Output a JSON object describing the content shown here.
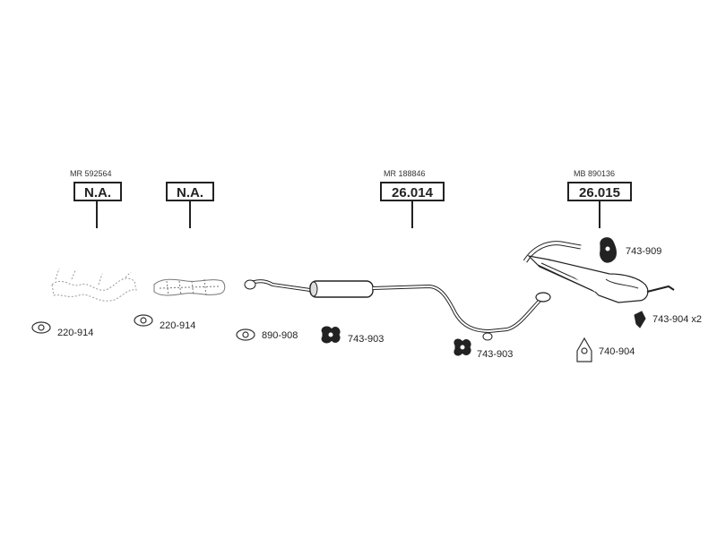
{
  "assemblies": [
    {
      "ref": "MR 592564",
      "code": "N.A."
    },
    {
      "ref": "",
      "code": "N.A."
    },
    {
      "ref": "MR 188846",
      "code": "26.014"
    },
    {
      "ref": "MB 890136",
      "code": "26.015"
    }
  ],
  "parts": [
    {
      "number": "220-914"
    },
    {
      "number": "220-914"
    },
    {
      "number": "890-908"
    },
    {
      "number": "743-903"
    },
    {
      "number": "743-903"
    },
    {
      "number": "743-909"
    },
    {
      "number": "743-904 x2"
    },
    {
      "number": "740-904"
    }
  ]
}
